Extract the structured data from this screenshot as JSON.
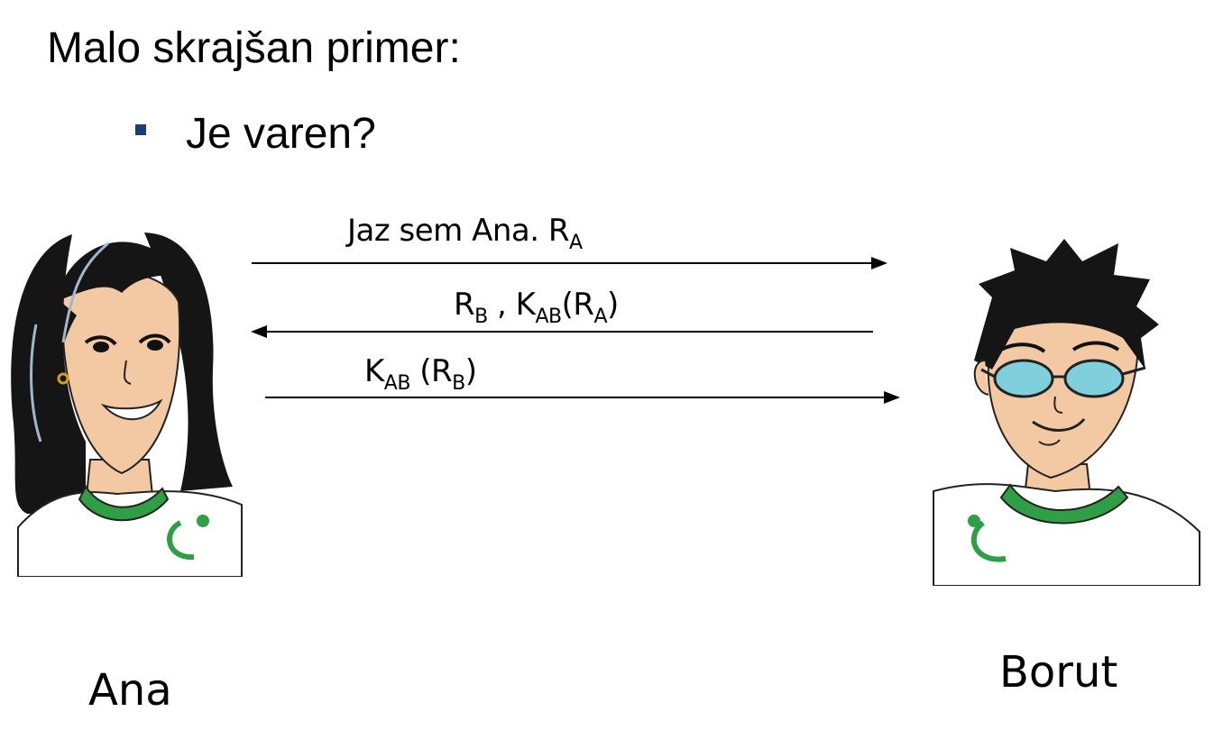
{
  "slide": {
    "title": "Malo skrajšan primer:",
    "bullets": [
      {
        "text": "Je varen?"
      }
    ]
  },
  "protocol": {
    "messages": [
      {
        "direction": "right",
        "parts": [
          {
            "t": "Jaz sem Ana. R"
          },
          {
            "s": "A"
          }
        ]
      },
      {
        "direction": "left",
        "parts": [
          {
            "t": "R"
          },
          {
            "s": "B"
          },
          {
            "t": " , K"
          },
          {
            "s": "AB"
          },
          {
            "t": "(R"
          },
          {
            "s": "A"
          },
          {
            "t": ")"
          }
        ]
      },
      {
        "direction": "right",
        "parts": [
          {
            "t": "K"
          },
          {
            "s": "AB"
          },
          {
            "t": " (R"
          },
          {
            "s": "B"
          },
          {
            "t": ")"
          }
        ]
      }
    ]
  },
  "parties": {
    "left": {
      "name": "Ana"
    },
    "right": {
      "name": "Borut"
    }
  },
  "colors": {
    "bullet": "#1f3b7a",
    "shirt_trim": "#2f9e44",
    "skin": "#f3c9a4",
    "hair": "#151515",
    "glasses": "#7fd0dc"
  }
}
